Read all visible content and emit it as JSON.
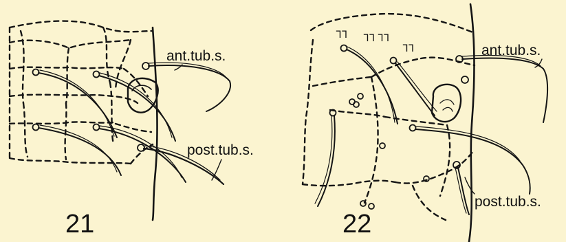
{
  "figures": [
    {
      "number": "21",
      "labels": {
        "anterior": "ant.tub.s.",
        "posterior": "post.tub.s."
      }
    },
    {
      "number": "22",
      "labels": {
        "anterior": "ant.tub.s.",
        "posterior": "post.tub.s."
      }
    }
  ],
  "colors": {
    "background": "#fbf4d0",
    "ink": "#151515"
  }
}
